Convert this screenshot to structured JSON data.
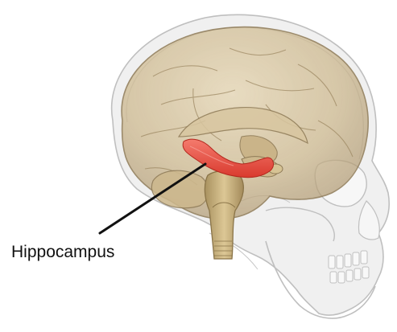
{
  "diagram": {
    "label": "Hippocampus",
    "colors": {
      "background": "#ffffff",
      "skull_outline": "#9a9a9a",
      "skull_fill": "#d9d9d9",
      "brain_fill": "#c8b48a",
      "brain_outline": "#8e7a56",
      "hippocampus": "#e8483a",
      "brainstem": "#cbb585",
      "leader_line": "#111111"
    },
    "icons": [
      "skull",
      "brain",
      "hippocampus",
      "brainstem"
    ]
  }
}
